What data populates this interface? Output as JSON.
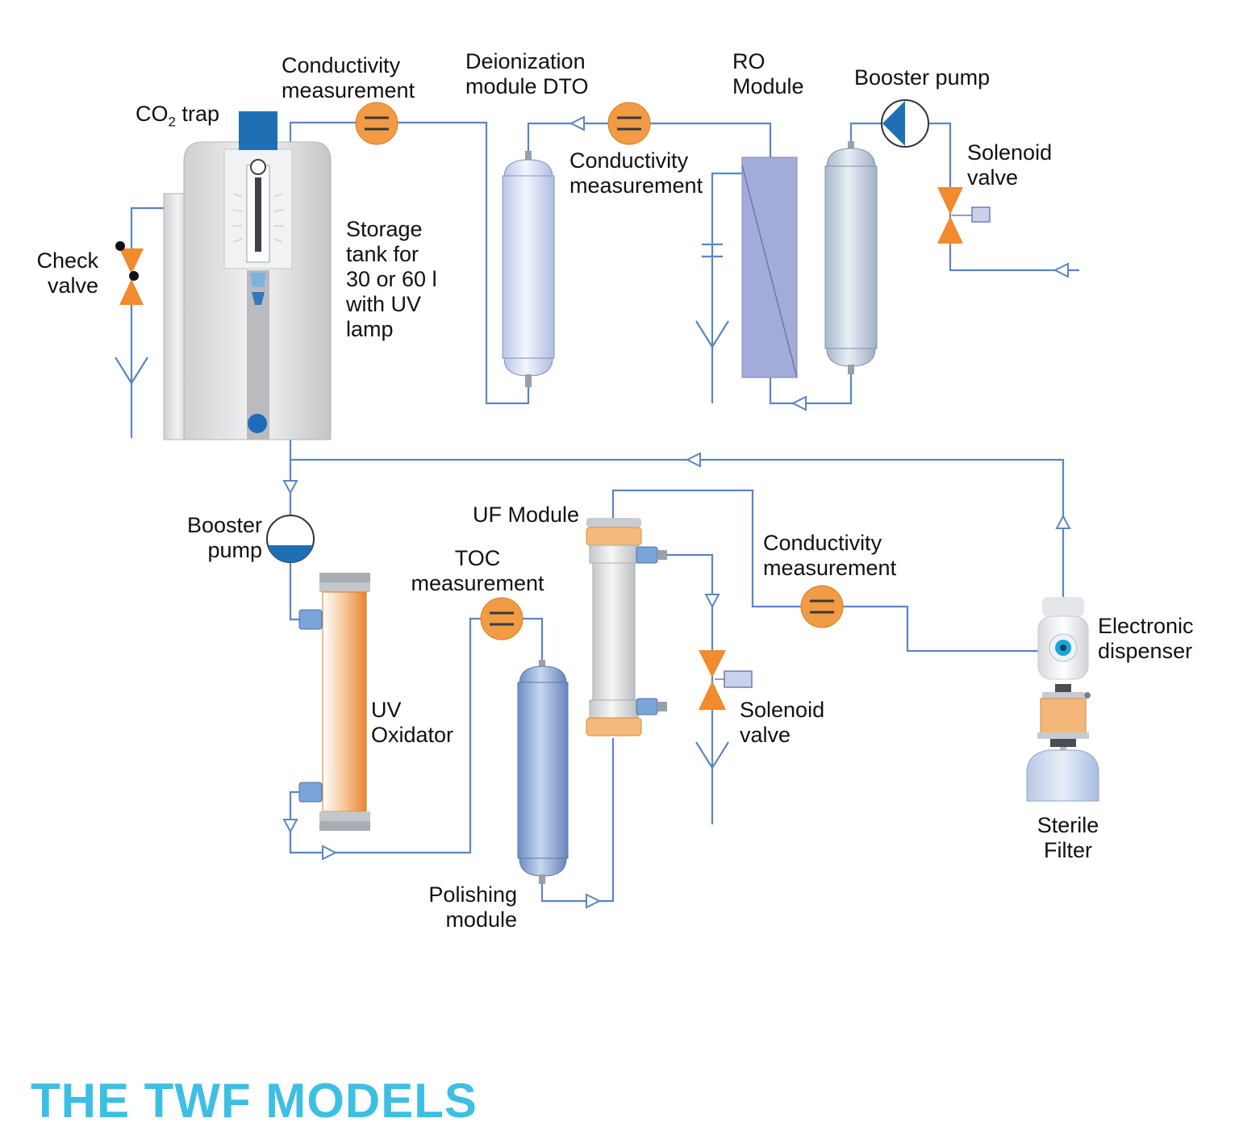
{
  "labels": {
    "co2_trap_prefix": "CO",
    "co2_trap_sub": "2",
    "co2_trap_suffix": " trap",
    "conductivity_top": "Conductivity\nmeasurement",
    "deionization": "Deionization\nmodule DTO",
    "ro_module": "RO\nModule",
    "booster_pump_top": "Booster pump",
    "conductivity_mid": "Conductivity\nmeasurement",
    "solenoid_top": "Solenoid\nvalve",
    "check_valve": "Check\nvalve",
    "storage_tank": "Storage\ntank for\n30 or 60 l\nwith UV\nlamp",
    "booster_pump_bottom": "Booster\npump",
    "uf_module": "UF Module",
    "toc_measurement": "TOC\nmeasurement",
    "conductivity_bottom": "Conductivity\nmeasurement",
    "electronic_dispenser": "Electronic\ndispenser",
    "uv_oxidator": "UV\nOxidator",
    "solenoid_bottom": "Solenoid\nvalve",
    "polishing_module": "Polishing\nmodule",
    "sterile_filter": "Sterile\nFilter"
  },
  "footer": {
    "title": "THE TWF MODELS"
  },
  "colors": {
    "pipe": "#5a86c2",
    "meter": "#f29b45",
    "valve": "#f28a2e",
    "title": "#3dbfe4",
    "pump_fill": "#1f6fb5"
  },
  "icons": {
    "meter": "conductivity-meter-icon",
    "valve": "solenoid-valve-icon",
    "pump": "booster-pump-icon",
    "drain": "drain-funnel-icon"
  }
}
